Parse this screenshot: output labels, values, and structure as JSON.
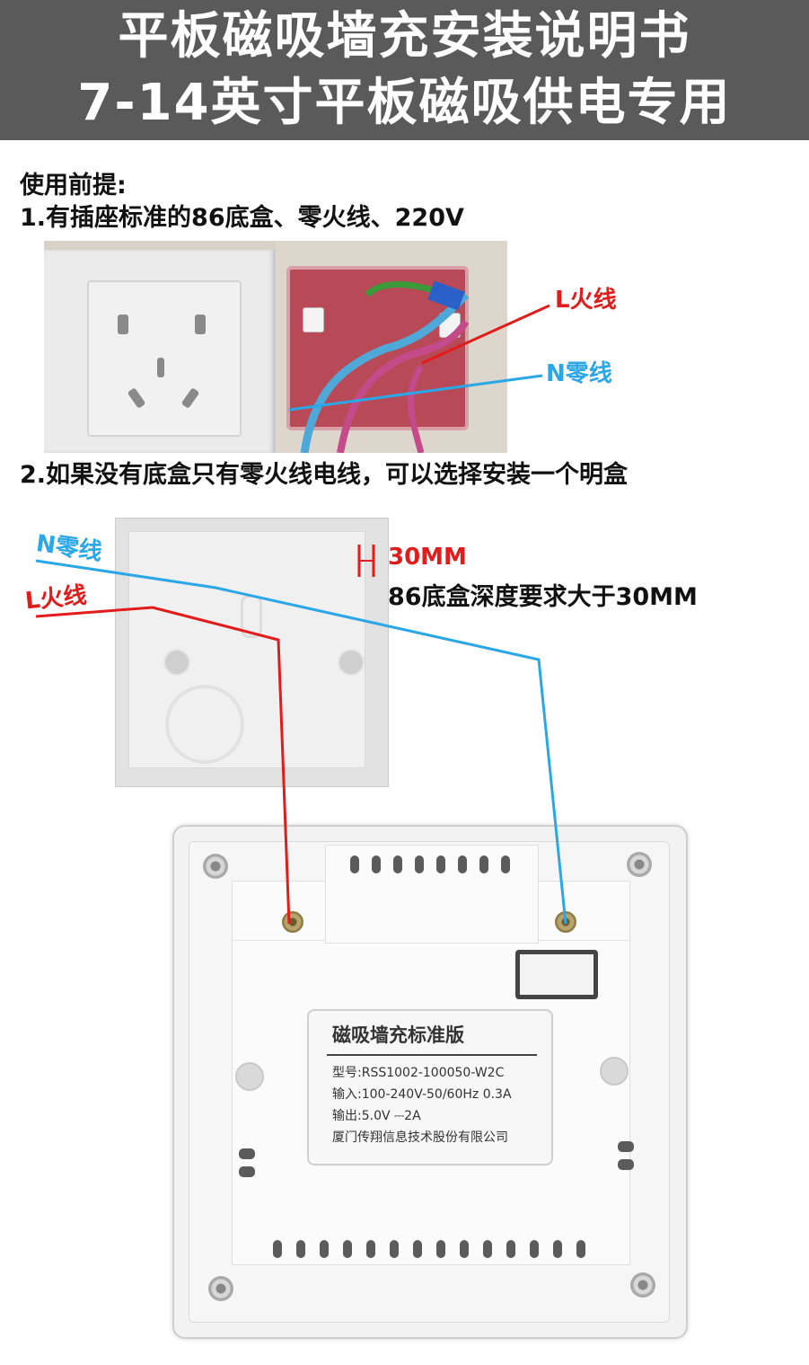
{
  "header": {
    "line1": "平板磁吸墙充安装说明书",
    "line2": "7-14英寸平板磁吸供电专用"
  },
  "prereq": {
    "title": "使用前提:",
    "item1": "1.有插座标准的86底盒、零火线、220V",
    "item2": "2.如果没有底盒只有零火线电线，可以选择安装一个明盒"
  },
  "wires": {
    "live": "L火线",
    "neutral": "N零线"
  },
  "depth": {
    "value": "30MM",
    "note": "86底盒深度要求大于30MM"
  },
  "device_label": {
    "title": "磁吸墙充标准版",
    "model": "型号:RSS1002-100050-W2C",
    "input": "输入:100-240V-50/60Hz 0.3A",
    "output": "输出:5.0V ⎓2A",
    "company": "厦门传翔信息技术股份有限公司"
  },
  "colors": {
    "header_bg": "#5a5a5a",
    "live_red": "#e21b1b",
    "neutral_blue": "#2ba7e8"
  }
}
